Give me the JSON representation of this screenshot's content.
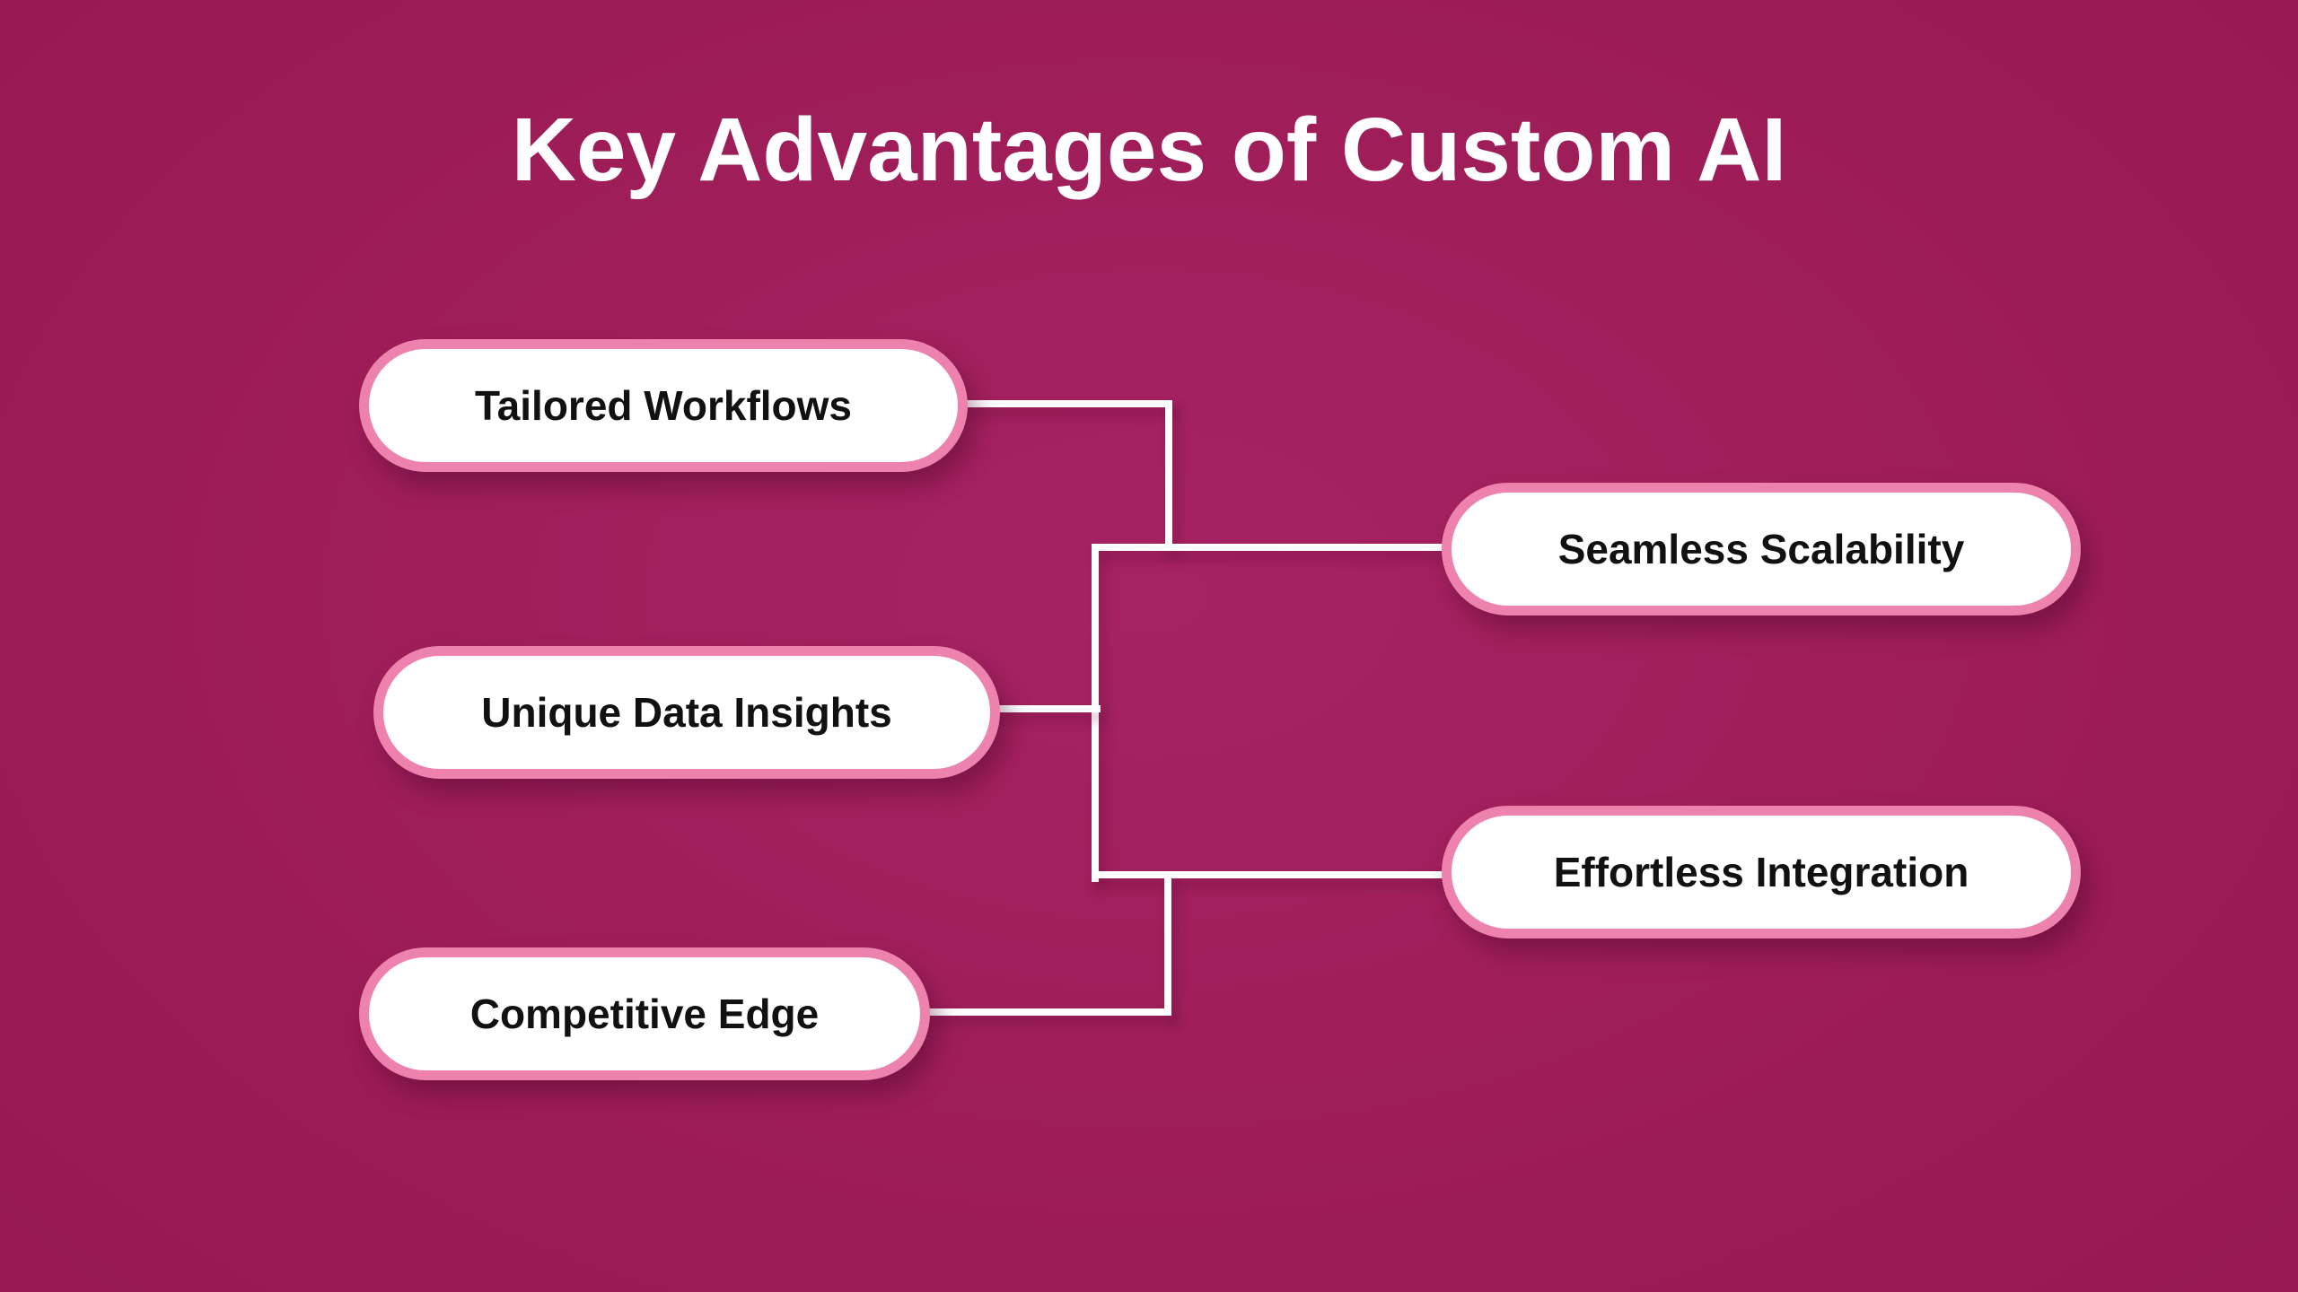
{
  "title": "Key Advantages of Custom AI",
  "diagram": {
    "left_nodes": [
      {
        "id": "tailored-workflows",
        "label": "Tailored Workflows"
      },
      {
        "id": "unique-data-insights",
        "label": "Unique Data Insights"
      },
      {
        "id": "competitive-edge",
        "label": "Competitive Edge"
      }
    ],
    "right_nodes": [
      {
        "id": "seamless-scalability",
        "label": "Seamless Scalability"
      },
      {
        "id": "effortless-integration",
        "label": "Effortless Integration"
      }
    ],
    "connections": [
      {
        "from": "tailored-workflows",
        "to": "central-junction"
      },
      {
        "from": "unique-data-insights",
        "to": "central-junction"
      },
      {
        "from": "competitive-edge",
        "to": "central-junction"
      },
      {
        "from": "central-junction",
        "to": "seamless-scalability"
      },
      {
        "from": "central-junction",
        "to": "effortless-integration"
      }
    ]
  },
  "colors": {
    "background": "#9c1c56",
    "node_fill": "#ffffff",
    "node_border": "#ee82ae",
    "node_text": "#111111",
    "title_text": "#ffffff",
    "connector": "#ffffff"
  }
}
